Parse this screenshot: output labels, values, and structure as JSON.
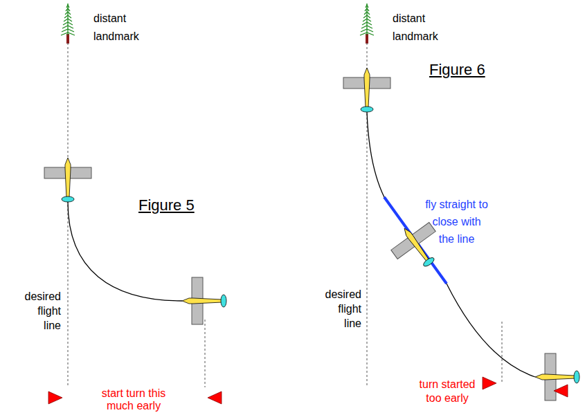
{
  "diagram": {
    "labels": [
      "distant landmark",
      "distant landmark",
      "Figure 5",
      "Figure 6",
      "fly straight to close with the line",
      "desired flight line",
      "desired flight line",
      "start turn this much early",
      "turn started too early"
    ]
  }
}
